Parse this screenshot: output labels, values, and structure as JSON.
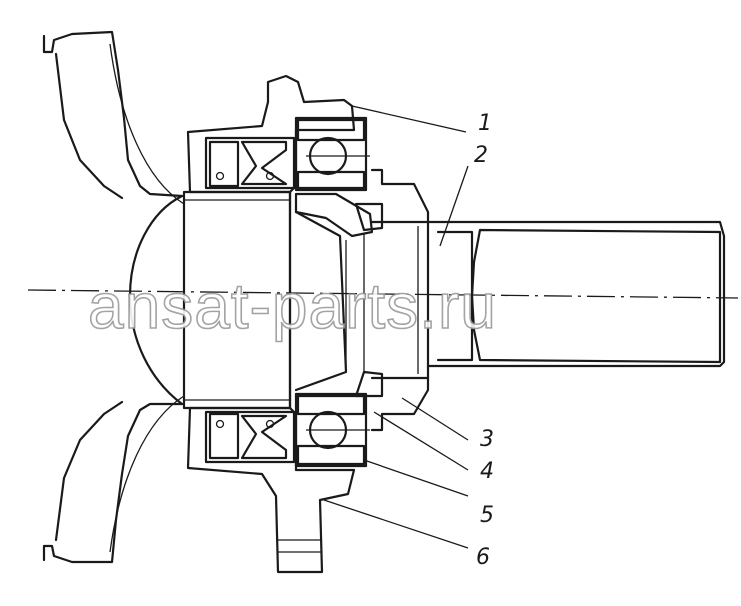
{
  "watermark": "ansat-parts.ru",
  "callouts": [
    "1",
    "2",
    "3",
    "4",
    "5",
    "6"
  ]
}
